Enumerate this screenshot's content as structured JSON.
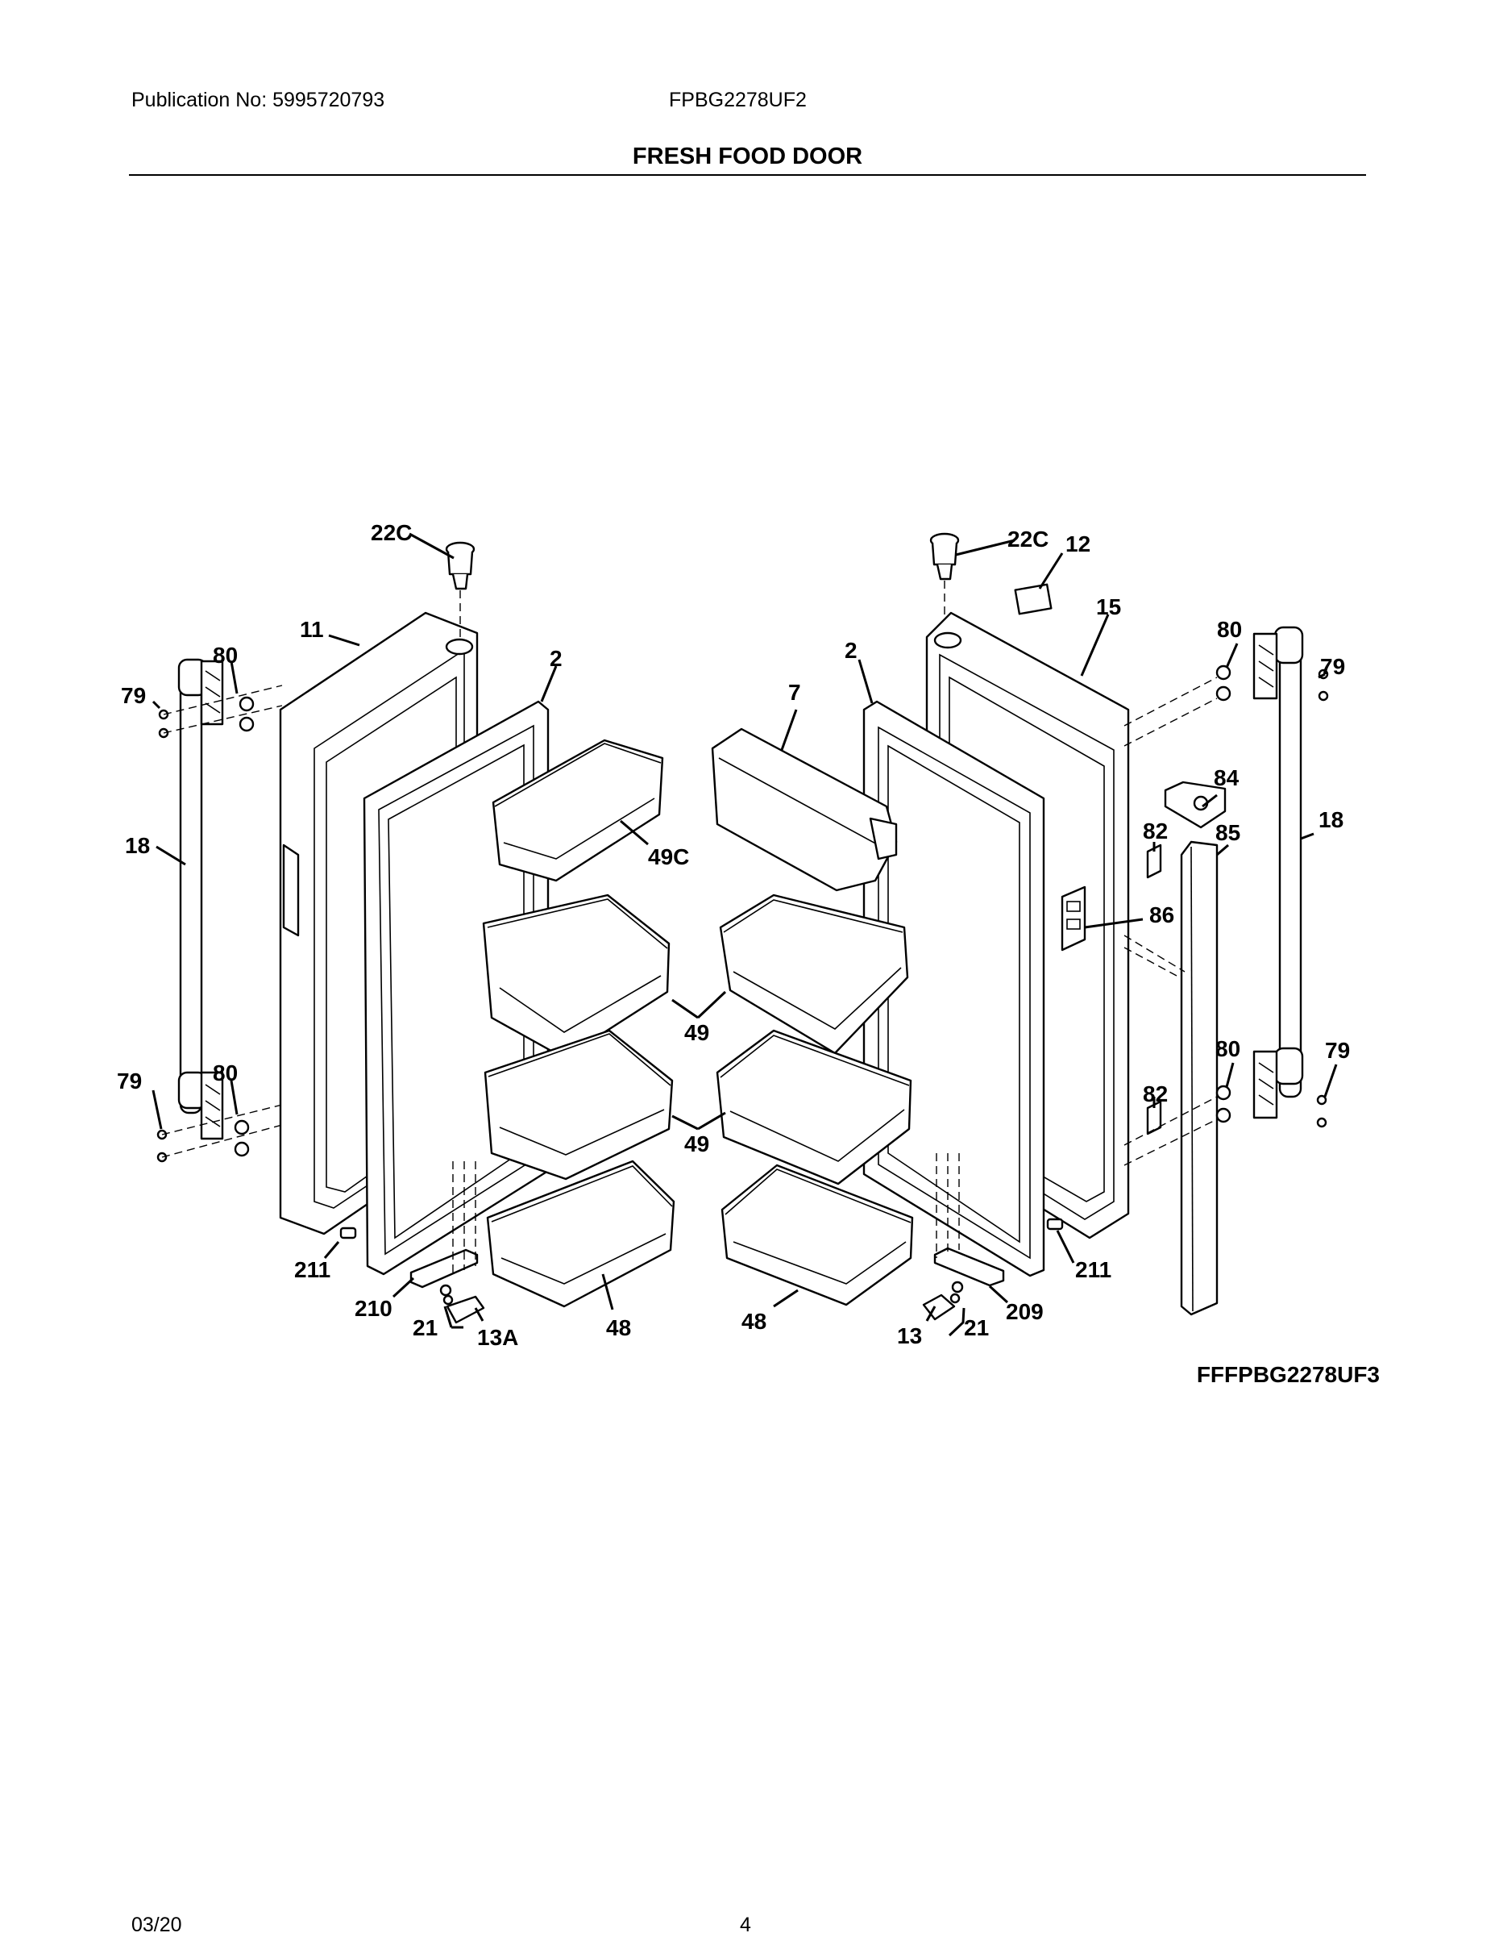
{
  "header": {
    "publication": "Publication No: 5995720793",
    "model": "FPBG2278UF2",
    "title": "FRESH FOOD DOOR"
  },
  "figure_id": "FFFPBG2278UF3",
  "footer": {
    "date": "03/20",
    "page": "4"
  },
  "callouts": {
    "c22c_l": "22C",
    "c11": "11",
    "c2_l": "2",
    "c80_tl": "80",
    "c79_tl": "79",
    "c18_l": "18",
    "c49c": "49C",
    "c49_a": "49",
    "c49_b": "49",
    "c79_bl": "79",
    "c80_bl": "80",
    "c211_l": "211",
    "c210": "210",
    "c21_l": "21",
    "c13a": "13A",
    "c48_l": "48",
    "c48_r": "48",
    "c13": "13",
    "c21_r": "21",
    "c209": "209",
    "c211_r": "211",
    "c22c_r": "22C",
    "c12": "12",
    "c15": "15",
    "c2_r": "2",
    "c7": "7",
    "c80_tr": "80",
    "c79_tr": "79",
    "c84": "84",
    "c18_r": "18",
    "c82_t": "82",
    "c85": "85",
    "c86": "86",
    "c80_br": "80",
    "c79_br": "79",
    "c82_b": "82"
  }
}
